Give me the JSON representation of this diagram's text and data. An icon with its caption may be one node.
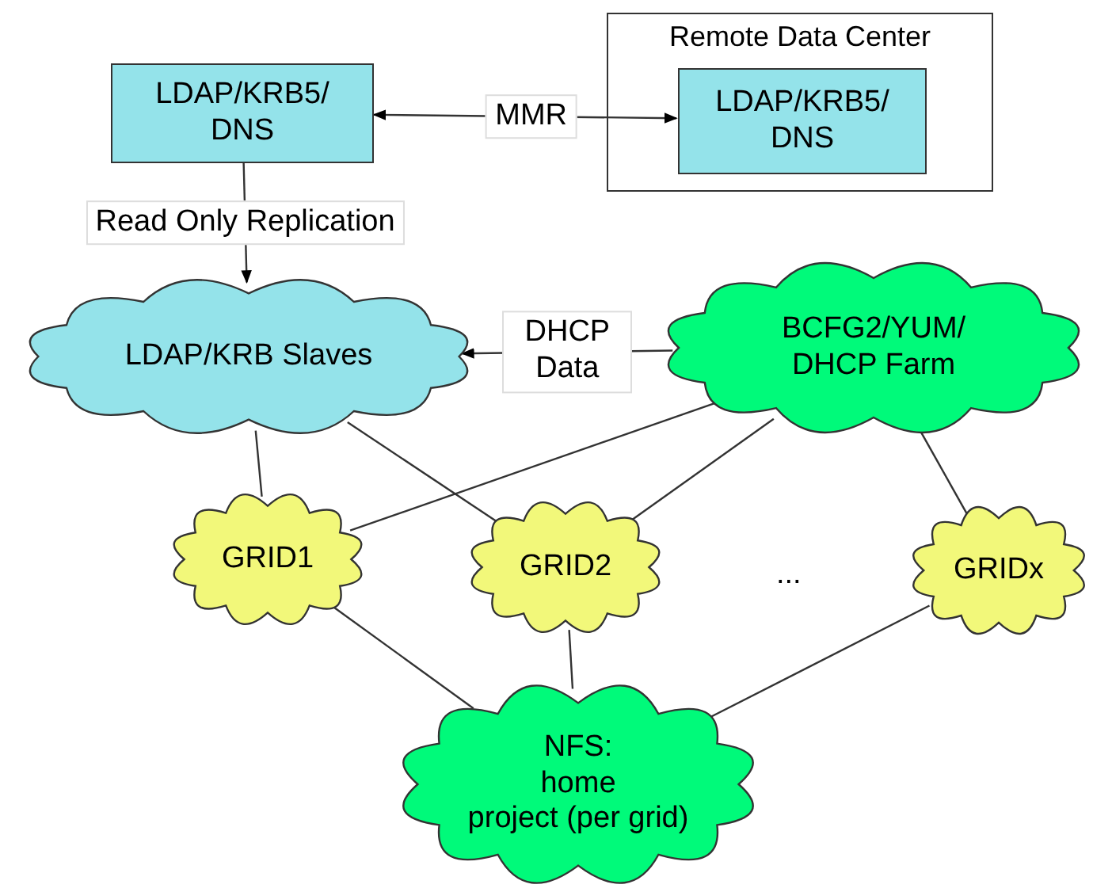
{
  "diagram": {
    "nodes": [
      {
        "text": [
          "LDAP/KRB5/ DNS"
        ]
      },
      {
        "text": [
          "Remote Data Center"
        ]
      },
      {
        "text": [
          "LDAP/KRB5/ DNS"
        ],
        "in": 1
      },
      {
        "text": [
          "LDAP/KRB Slaves"
        ]
      },
      {
        "text": [
          "BCFG2/YUM/ DHCP Farm"
        ]
      },
      {
        "text": [
          "GRID1"
        ]
      },
      {
        "text": [
          "GRID2"
        ]
      },
      {
        "text": [
          "GRIDx"
        ]
      },
      {
        "text": [
          "NFS:",
          "home",
          "project (per grid)"
        ]
      }
    ],
    "edges": [
      {
        "from": 0,
        "to": 2,
        "arrow": "both",
        "label": "MMR"
      },
      {
        "from": 0,
        "to": 3,
        "arrow": "to",
        "label": "Read Only Replication"
      },
      {
        "from": 4,
        "to": 3,
        "arrow": "to",
        "label": "DHCP Data"
      },
      {
        "from": 3,
        "to": 5,
        "arrow": "none"
      },
      {
        "from": 3,
        "to": 6,
        "arrow": "none"
      },
      {
        "from": 4,
        "to": 5,
        "arrow": "none"
      },
      {
        "from": 4,
        "to": 6,
        "arrow": "none"
      },
      {
        "from": 4,
        "to": 7,
        "arrow": "none"
      },
      {
        "from": 5,
        "to": 8,
        "arrow": "none"
      },
      {
        "from": 6,
        "to": 8,
        "arrow": "none"
      },
      {
        "from": 7,
        "to": 8,
        "arrow": "none"
      }
    ],
    "labels": [
      "..."
    ]
  }
}
